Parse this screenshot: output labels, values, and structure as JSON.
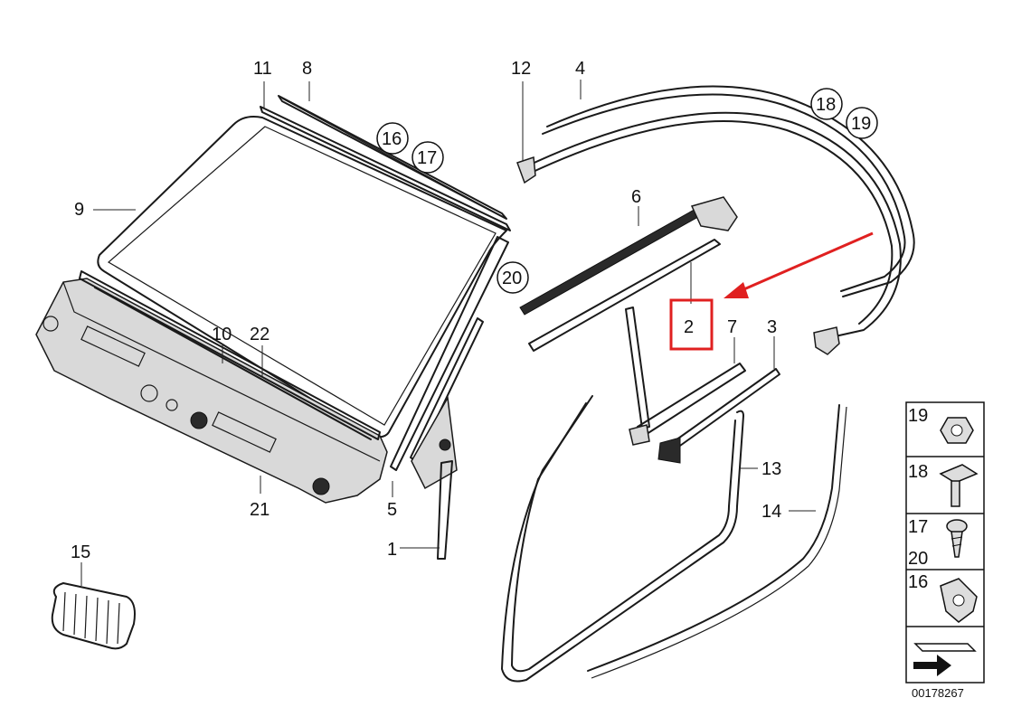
{
  "labels": {
    "p1": "1",
    "p2": "2",
    "p3": "3",
    "p4": "4",
    "p5": "5",
    "p6": "6",
    "p7": "7",
    "p8": "8",
    "p9": "9",
    "p10": "10",
    "p11": "11",
    "p12": "12",
    "p13": "13",
    "p14": "14",
    "p15": "15",
    "p16": "16",
    "p17": "17",
    "p18": "18",
    "p19": "19",
    "p20": "20",
    "p21": "21",
    "p22": "22"
  },
  "legend": {
    "row19": "19",
    "row18": "18",
    "row17": "17",
    "row20": "20",
    "row16": "16"
  },
  "diagram_number": "00178267",
  "highlight": {
    "color": "#e02020",
    "target": "2"
  }
}
